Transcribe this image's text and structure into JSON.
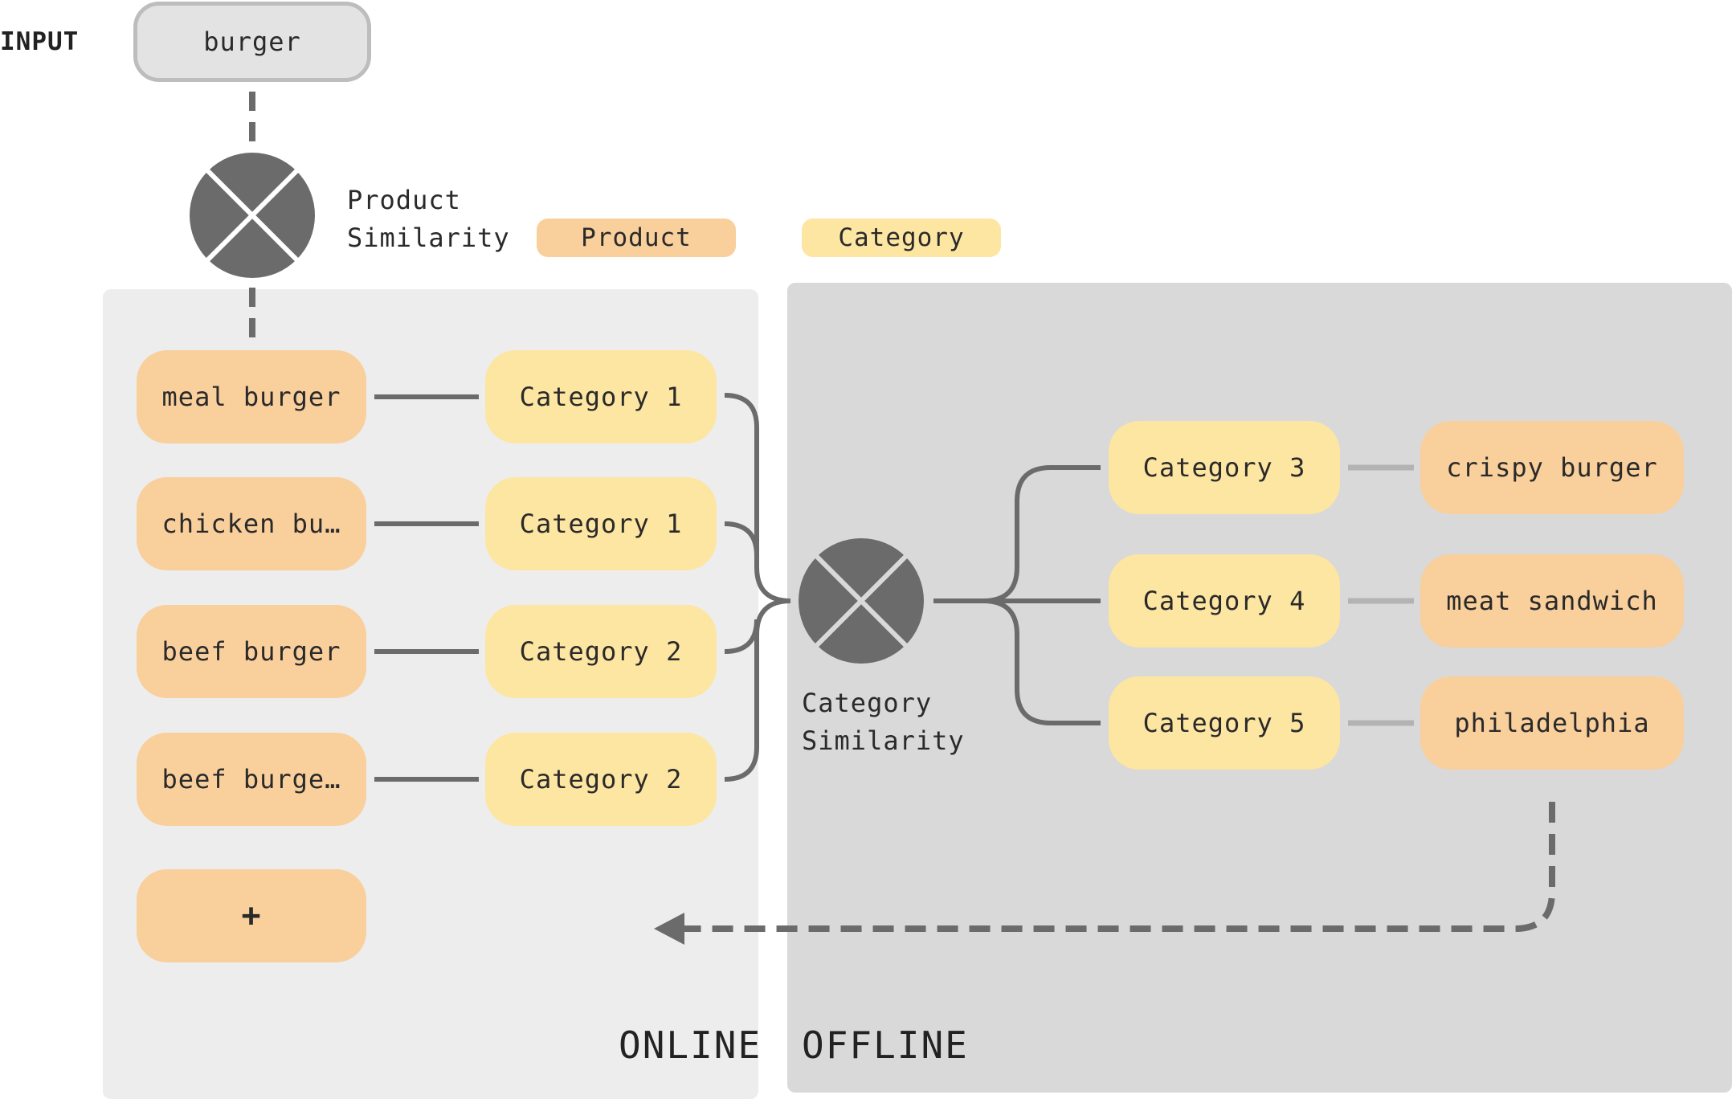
{
  "input": {
    "label": "INPUT",
    "value": "burger"
  },
  "product_similarity": {
    "line1": "Product",
    "line2": "Similarity"
  },
  "category_similarity": {
    "line1": "Category",
    "line2": "Similarity"
  },
  "legend": {
    "product": "Product",
    "category": "Category"
  },
  "online": {
    "title": "ONLINE",
    "rows": [
      {
        "product": "meal burger",
        "category": "Category 1"
      },
      {
        "product": "chicken bu…",
        "category": "Category 1"
      },
      {
        "product": "beef burger",
        "category": "Category 2"
      },
      {
        "product": "beef burge…",
        "category": "Category 2"
      }
    ],
    "add_label": "+"
  },
  "offline": {
    "title": "OFFLINE",
    "rows": [
      {
        "category": "Category 3",
        "product": "crispy burger"
      },
      {
        "category": "Category 4",
        "product": "meat sandwich"
      },
      {
        "category": "Category 5",
        "product": "philadelphia"
      }
    ]
  },
  "colors": {
    "product": "#f9cf9c",
    "category": "#fde5a2",
    "online_bg": "#ededed",
    "offline_bg": "#d9d9d9",
    "connector": "#6b6b6b",
    "offline_connector": "#b3b3b3"
  }
}
